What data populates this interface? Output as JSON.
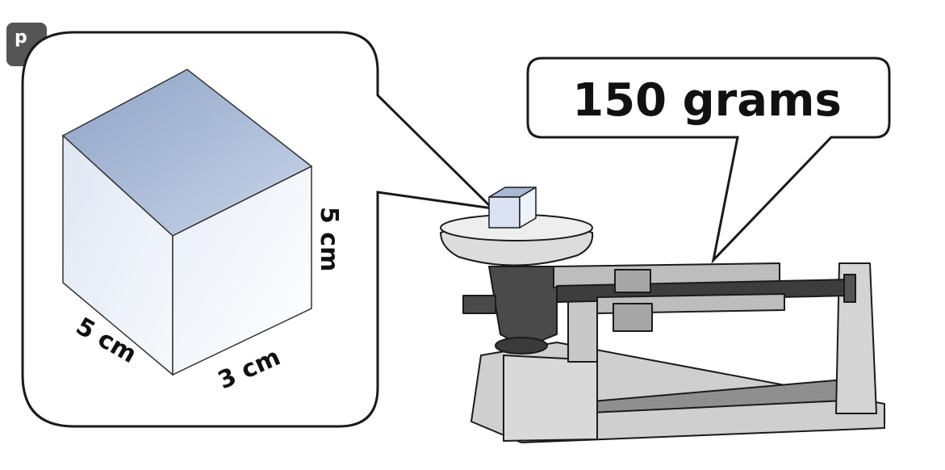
{
  "badge": {
    "label": "p"
  },
  "cube": {
    "dim_height": "5 cm",
    "dim_depth": "5 cm",
    "dim_width": "3 cm"
  },
  "scale_reading": {
    "text": "150 grams"
  }
}
